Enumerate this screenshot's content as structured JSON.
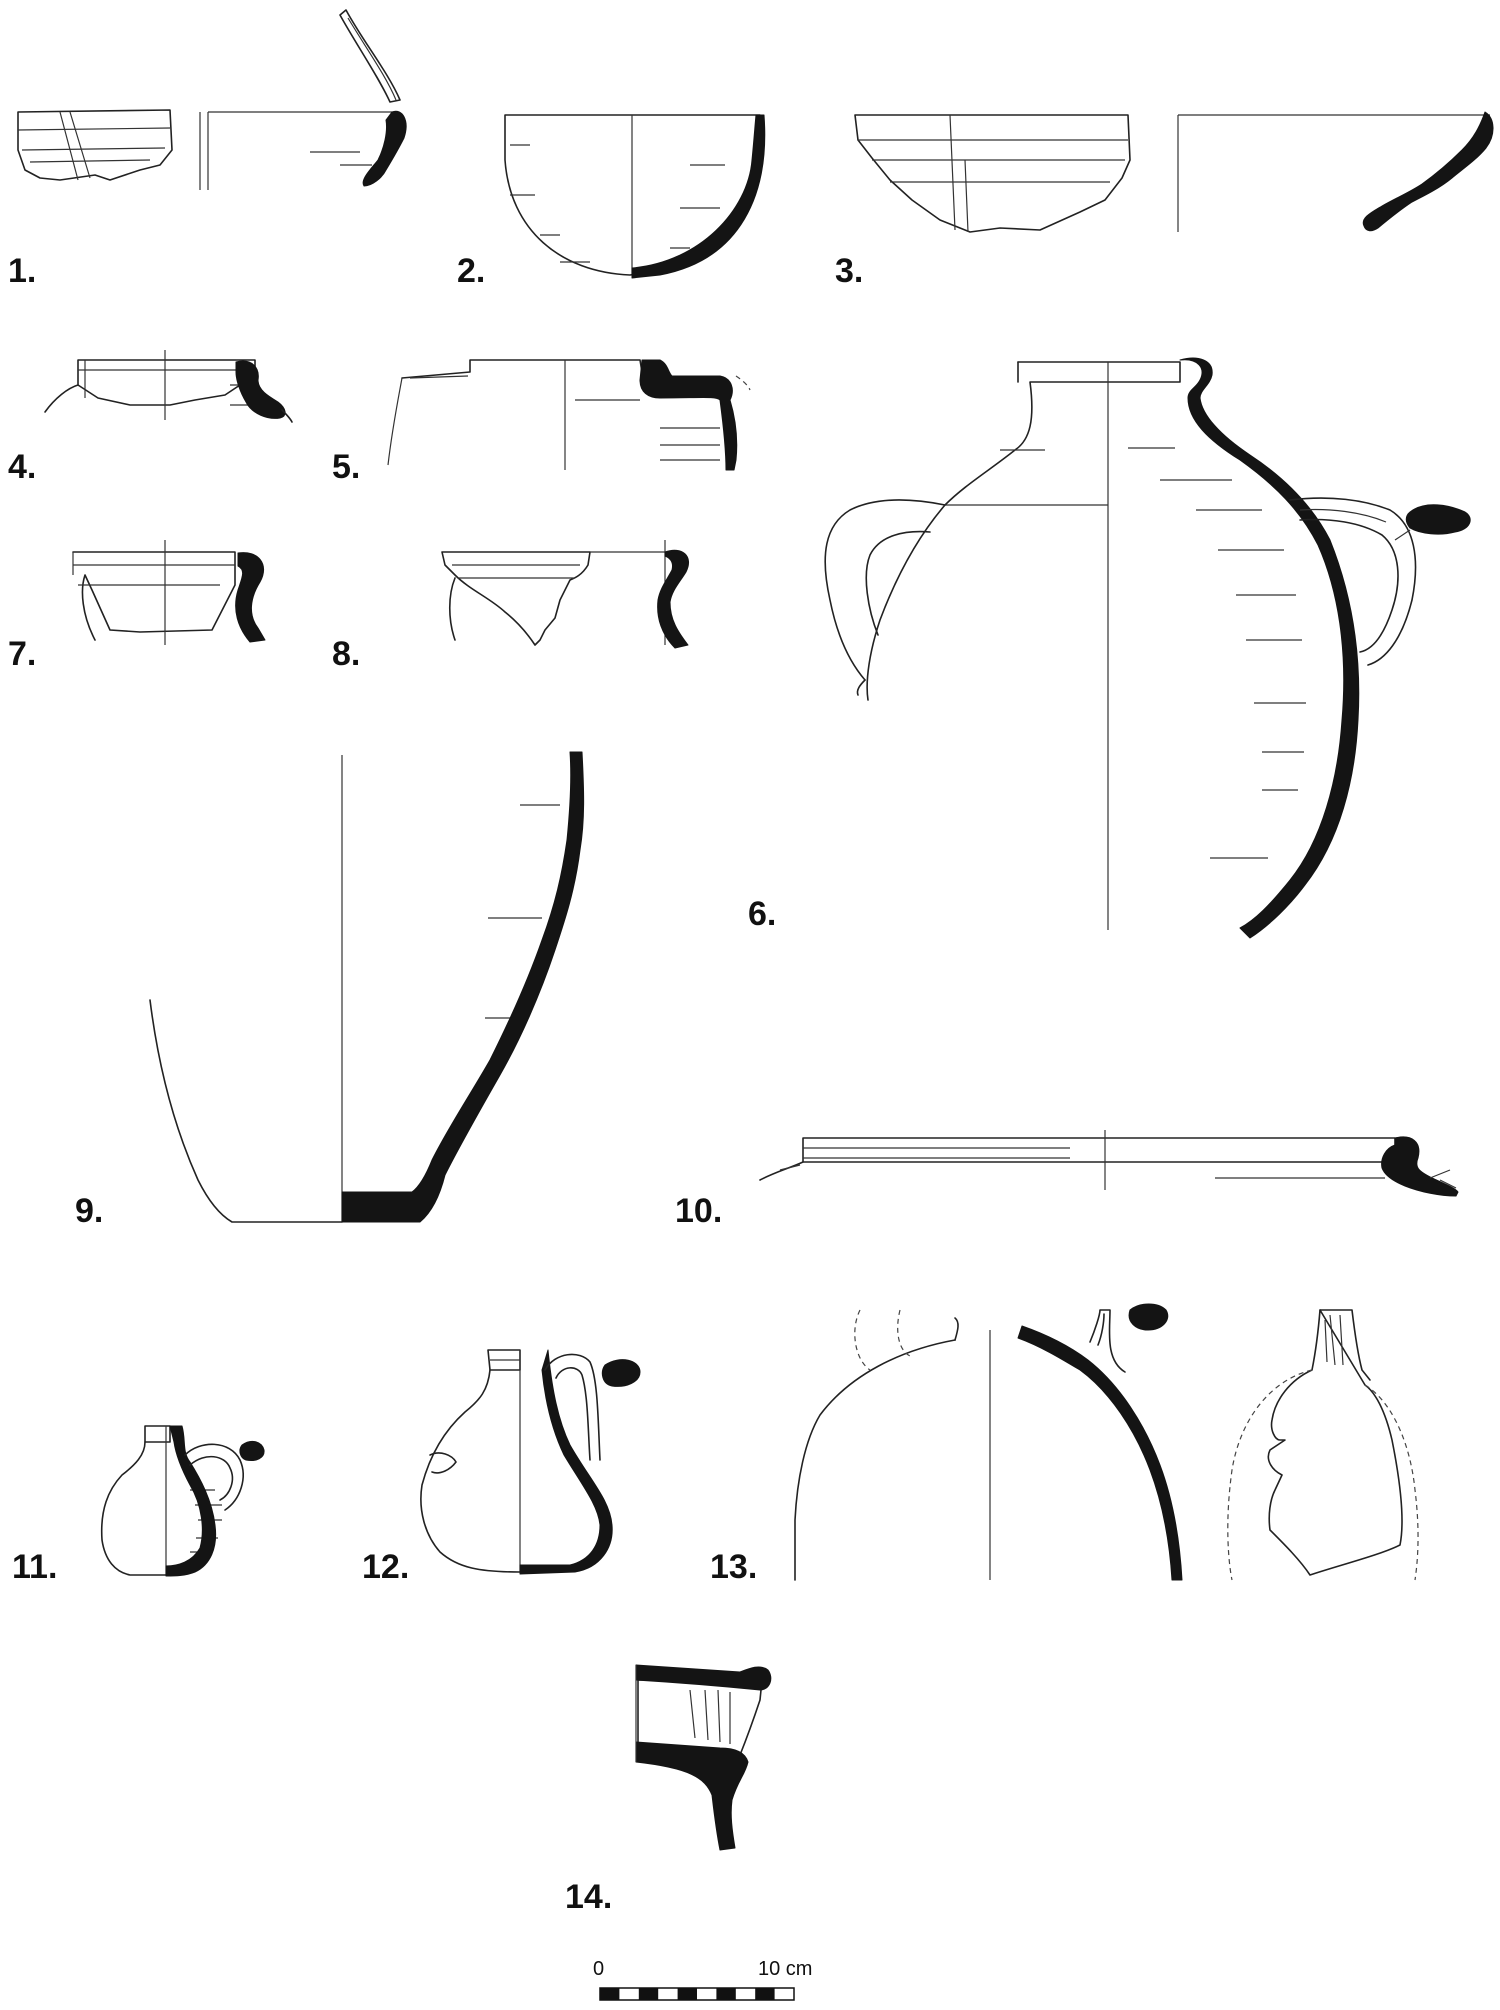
{
  "figures": [
    {
      "id": 1,
      "label": "1."
    },
    {
      "id": 2,
      "label": "2."
    },
    {
      "id": 3,
      "label": "3."
    },
    {
      "id": 4,
      "label": "4."
    },
    {
      "id": 5,
      "label": "5."
    },
    {
      "id": 6,
      "label": "6."
    },
    {
      "id": 7,
      "label": "7."
    },
    {
      "id": 8,
      "label": "8."
    },
    {
      "id": 9,
      "label": "9."
    },
    {
      "id": 10,
      "label": "10."
    },
    {
      "id": 11,
      "label": "11."
    },
    {
      "id": 12,
      "label": "12."
    },
    {
      "id": 13,
      "label": "13."
    },
    {
      "id": 14,
      "label": "14."
    }
  ],
  "scale_bar": {
    "start_label": "0",
    "end_label": "10 cm",
    "segments": 10
  }
}
